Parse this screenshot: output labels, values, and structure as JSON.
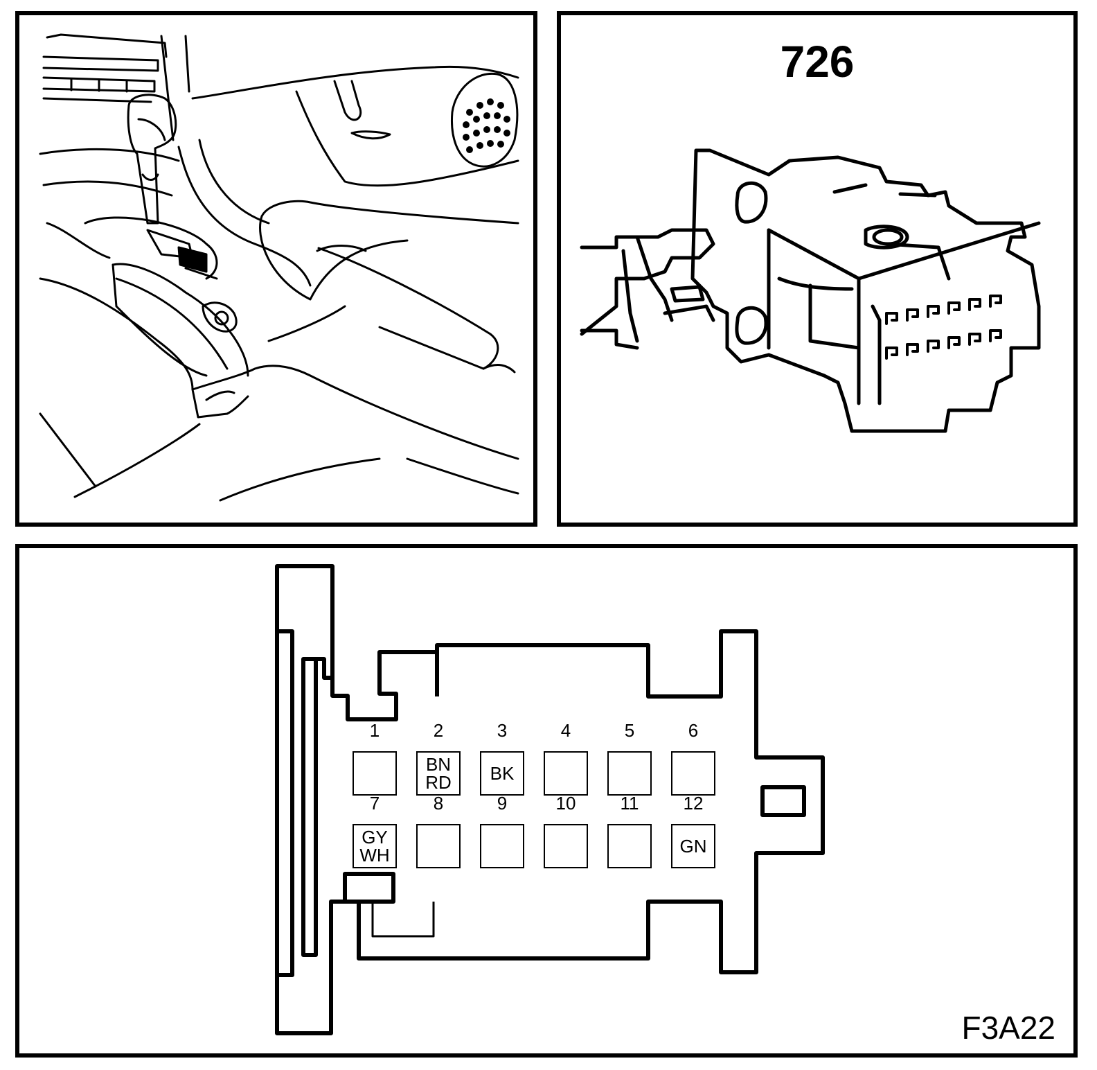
{
  "connector": {
    "number": "726"
  },
  "figure_code": "F3A22",
  "pins": [
    {
      "num": "1",
      "colors": []
    },
    {
      "num": "2",
      "colors": [
        "BN",
        "RD"
      ]
    },
    {
      "num": "3",
      "colors": [
        "BK"
      ]
    },
    {
      "num": "4",
      "colors": []
    },
    {
      "num": "5",
      "colors": []
    },
    {
      "num": "6",
      "colors": []
    },
    {
      "num": "7",
      "colors": [
        "GY",
        "WH"
      ]
    },
    {
      "num": "8",
      "colors": []
    },
    {
      "num": "9",
      "colors": []
    },
    {
      "num": "10",
      "colors": []
    },
    {
      "num": "11",
      "colors": []
    },
    {
      "num": "12",
      "colors": [
        "GN"
      ]
    }
  ]
}
